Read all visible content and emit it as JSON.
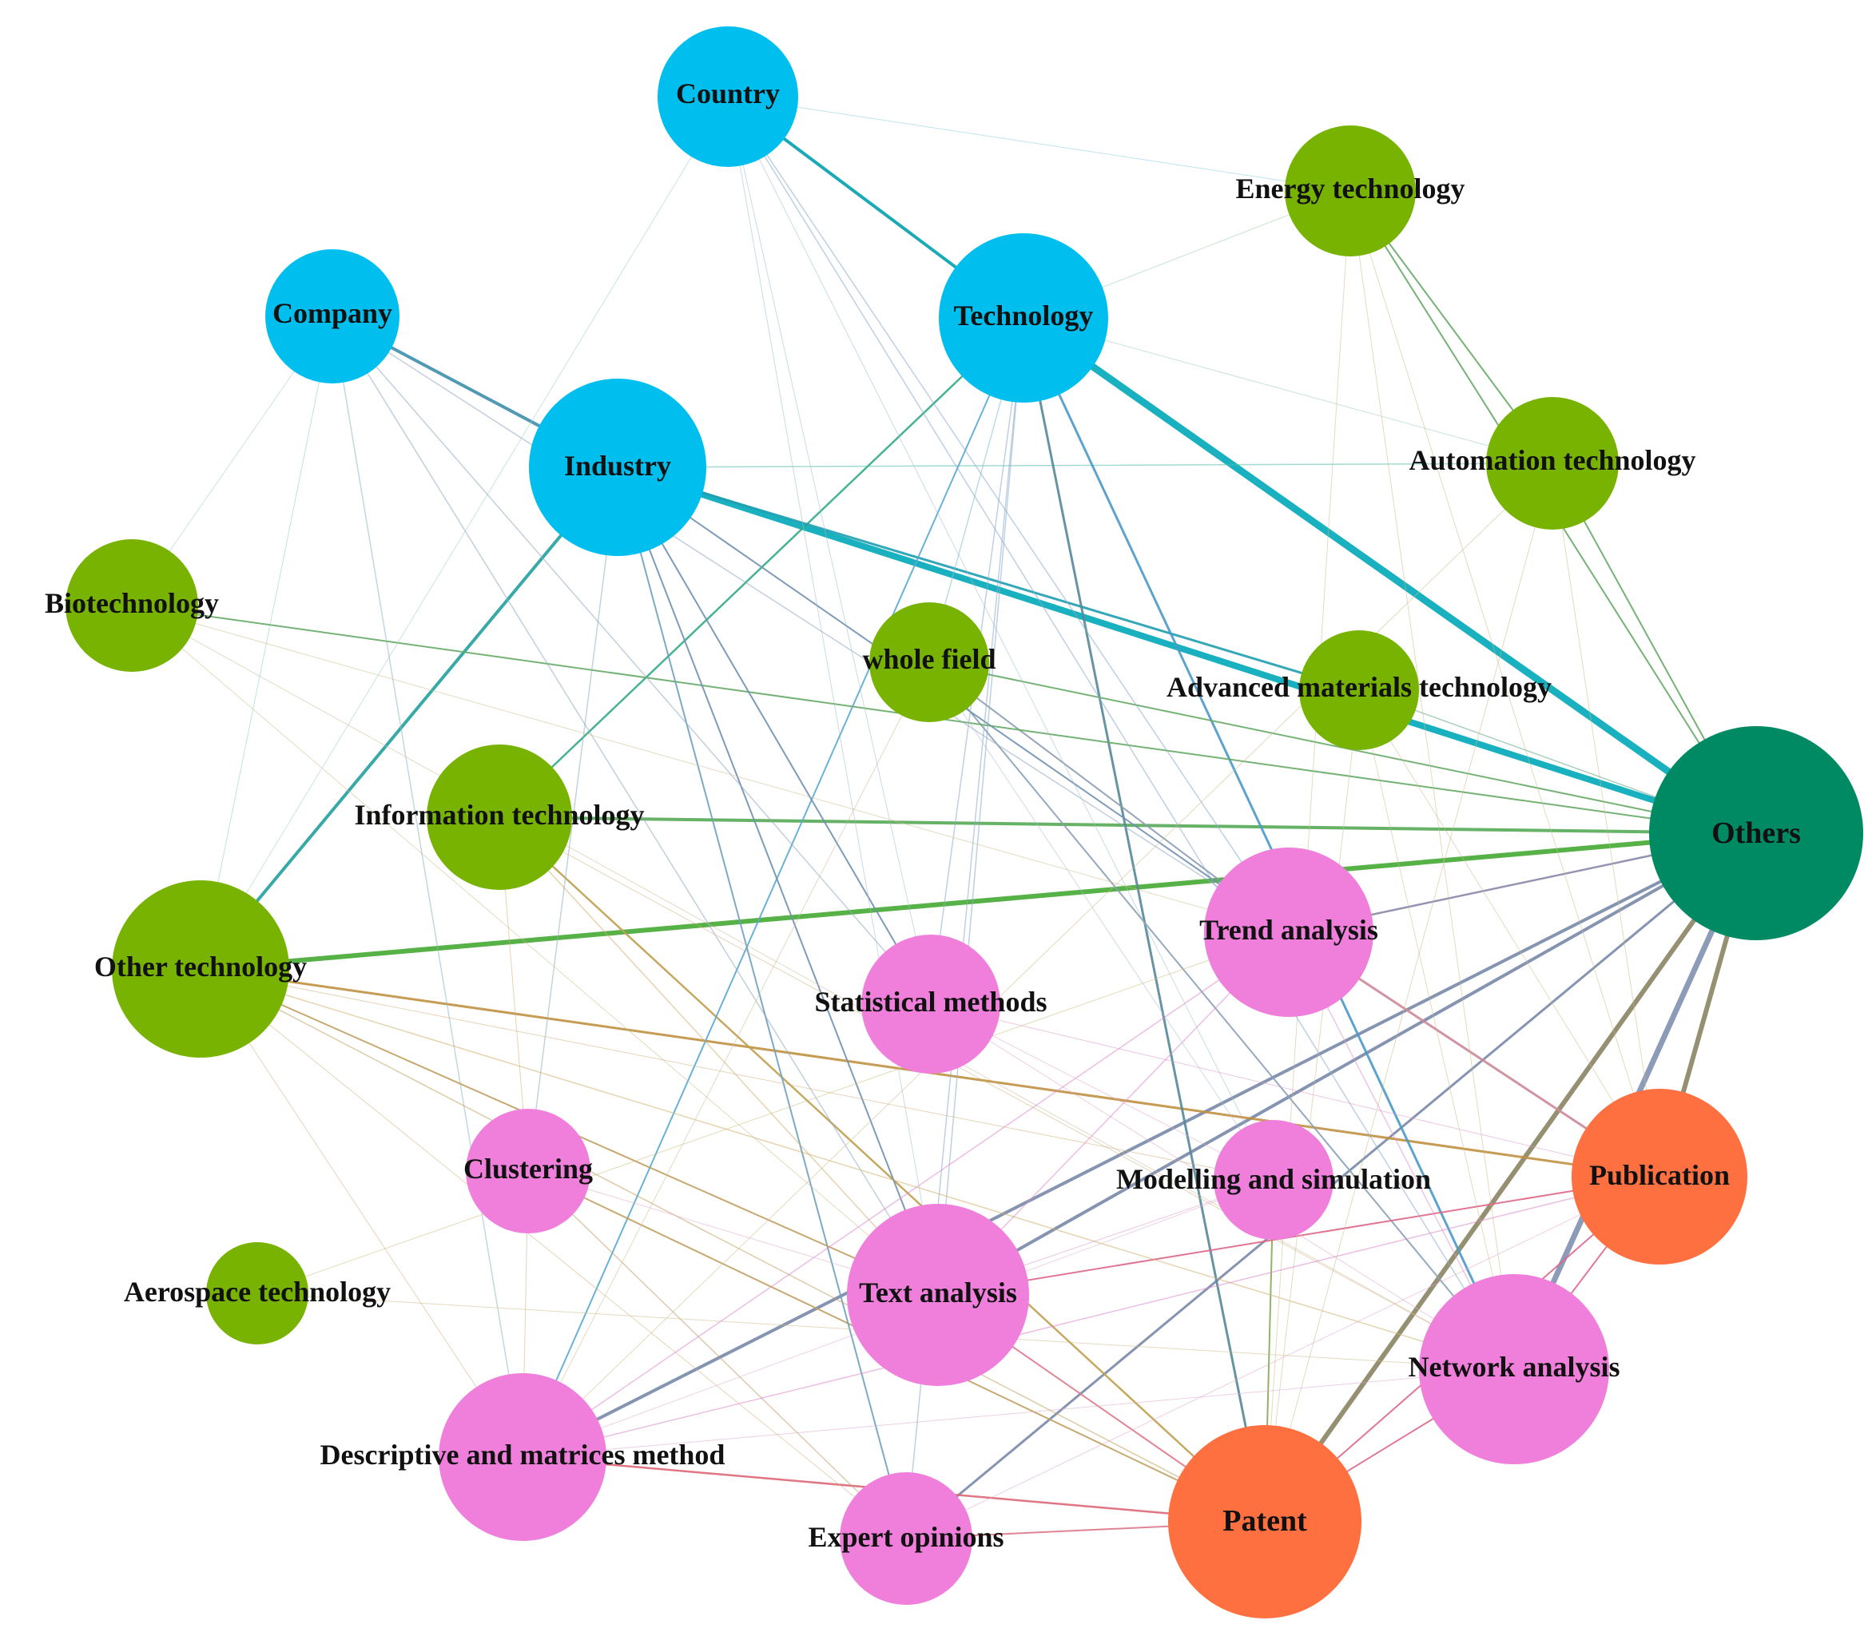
{
  "colors": {
    "geography": "#00bfef",
    "technology_field": "#77b300",
    "others": "#008a63",
    "method": "#ef7fdb",
    "data_source": "#ff7040"
  },
  "nodes": [
    {
      "id": "country",
      "label": "Country",
      "group": "geography"
    },
    {
      "id": "energy",
      "label": "Energy technology",
      "group": "technology_field"
    },
    {
      "id": "company",
      "label": "Company",
      "group": "geography"
    },
    {
      "id": "technology",
      "label": "Technology",
      "group": "geography"
    },
    {
      "id": "industry",
      "label": "Industry",
      "group": "geography"
    },
    {
      "id": "automation",
      "label": "Automation technology",
      "group": "technology_field"
    },
    {
      "id": "biotech",
      "label": "Biotechnology",
      "group": "technology_field"
    },
    {
      "id": "whole",
      "label": "whole field",
      "group": "technology_field"
    },
    {
      "id": "advanced",
      "label": "Advanced materials technology",
      "group": "technology_field"
    },
    {
      "id": "info",
      "label": "Information technology",
      "group": "technology_field"
    },
    {
      "id": "others",
      "label": "Others",
      "group": "others"
    },
    {
      "id": "othertech",
      "label": "Other technology",
      "group": "technology_field"
    },
    {
      "id": "trend",
      "label": "Trend analysis",
      "group": "method"
    },
    {
      "id": "stat",
      "label": "Statistical methods",
      "group": "method"
    },
    {
      "id": "cluster",
      "label": "Clustering",
      "group": "method"
    },
    {
      "id": "model",
      "label": "Modelling and simulation",
      "group": "method"
    },
    {
      "id": "publication",
      "label": "Publication",
      "group": "data_source"
    },
    {
      "id": "aero",
      "label": "Aerospace technology",
      "group": "technology_field"
    },
    {
      "id": "text",
      "label": "Text analysis",
      "group": "method"
    },
    {
      "id": "network",
      "label": "Network analysis",
      "group": "method"
    },
    {
      "id": "descriptive",
      "label": "Descriptive and matrices method",
      "group": "method"
    },
    {
      "id": "expert",
      "label": "Expert opinions",
      "group": "method"
    },
    {
      "id": "patent",
      "label": "Patent",
      "group": "data_source"
    }
  ]
}
